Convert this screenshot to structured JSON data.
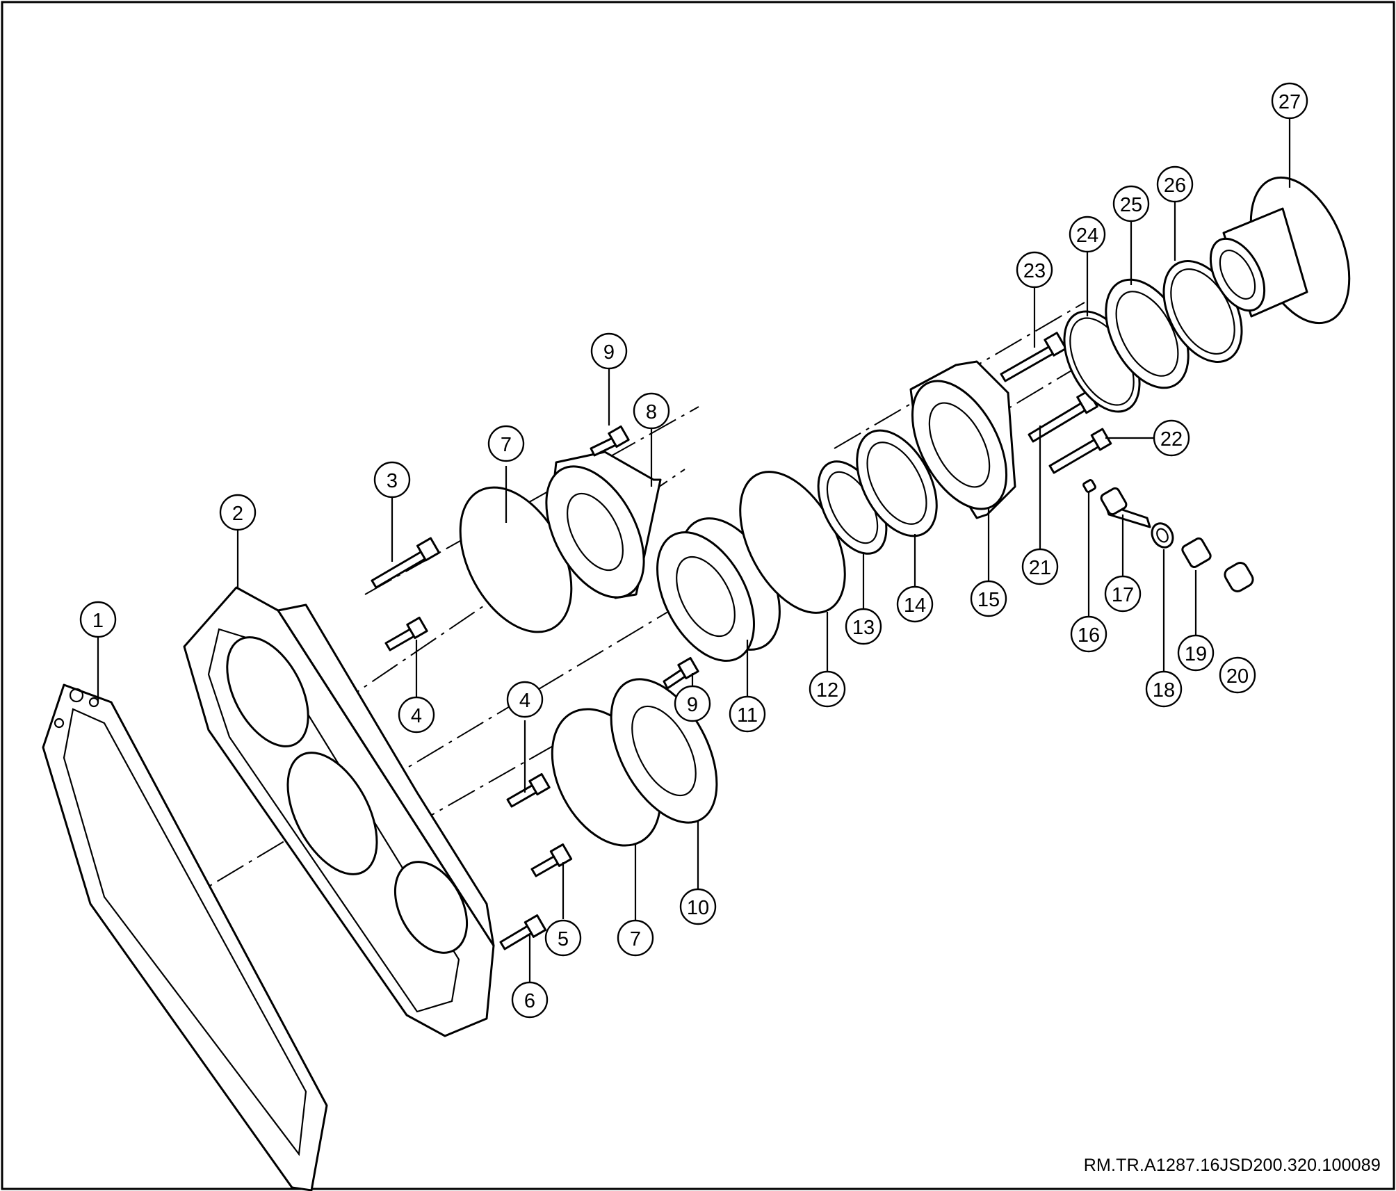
{
  "figure_code": "RM.TR.A1287.16JSD200.320.100089",
  "callouts": [
    {
      "label": "1"
    },
    {
      "label": "2"
    },
    {
      "label": "3"
    },
    {
      "label": "4"
    },
    {
      "label": "4"
    },
    {
      "label": "5"
    },
    {
      "label": "6"
    },
    {
      "label": "7"
    },
    {
      "label": "7"
    },
    {
      "label": "8"
    },
    {
      "label": "9"
    },
    {
      "label": "9"
    },
    {
      "label": "10"
    },
    {
      "label": "11"
    },
    {
      "label": "12"
    },
    {
      "label": "13"
    },
    {
      "label": "14"
    },
    {
      "label": "15"
    },
    {
      "label": "16"
    },
    {
      "label": "17"
    },
    {
      "label": "18"
    },
    {
      "label": "19"
    },
    {
      "label": "20"
    },
    {
      "label": "21"
    },
    {
      "label": "22"
    },
    {
      "label": "23"
    },
    {
      "label": "24"
    },
    {
      "label": "25"
    },
    {
      "label": "26"
    },
    {
      "label": "27"
    }
  ]
}
